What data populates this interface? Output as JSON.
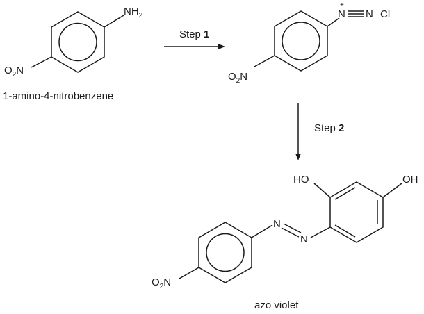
{
  "reactant": {
    "name": "1-amino-4-nitrobenzene",
    "amine_group": {
      "main": "NH",
      "sub": "2"
    },
    "nitro_group": {
      "main_o": "O",
      "sub": "2",
      "main_n": "N"
    }
  },
  "step1": {
    "label": "Step ",
    "number": "1"
  },
  "intermediate": {
    "diazonium": {
      "n1": "N",
      "plus": "+",
      "n2": "N",
      "chloride": "Cl",
      "minus": "−"
    },
    "nitro_group": {
      "main_o": "O",
      "sub": "2",
      "main_n": "N"
    }
  },
  "step2": {
    "label": "Step ",
    "number": "2"
  },
  "product": {
    "name": "azo violet",
    "hydroxyl_1": "HO",
    "hydroxyl_2": "OH",
    "azo_n1": "N",
    "azo_n2": "N",
    "nitro_group": {
      "main_o": "O",
      "sub": "2",
      "main_n": "N"
    }
  }
}
